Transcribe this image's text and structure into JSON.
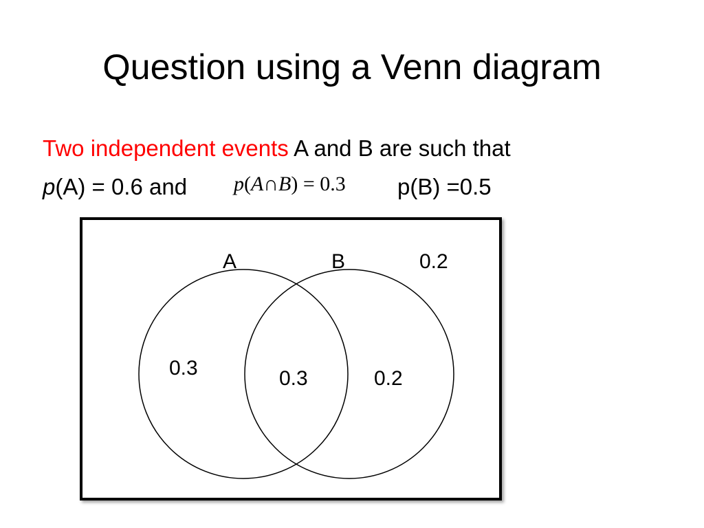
{
  "slide": {
    "title": "Question using a Venn diagram",
    "line1": {
      "red_text": "Two independent events",
      "black_text": " A and B are such that"
    },
    "line2": {
      "p_letter": "p",
      "rest": "(A) = 0.6 and"
    },
    "formula": {
      "p": "p",
      "open": "(",
      "a": "A",
      "cap": "∩",
      "b": "B",
      "close": ")",
      "eq": " = 0.3"
    },
    "pb_text": "p(B) =0.5"
  },
  "venn": {
    "label_a": "A",
    "label_b": "B",
    "outside_value": "0.2",
    "a_only_value": "0.3",
    "intersection_value": "0.3",
    "b_only_value": "0.2",
    "stroke_color": "#000000"
  }
}
